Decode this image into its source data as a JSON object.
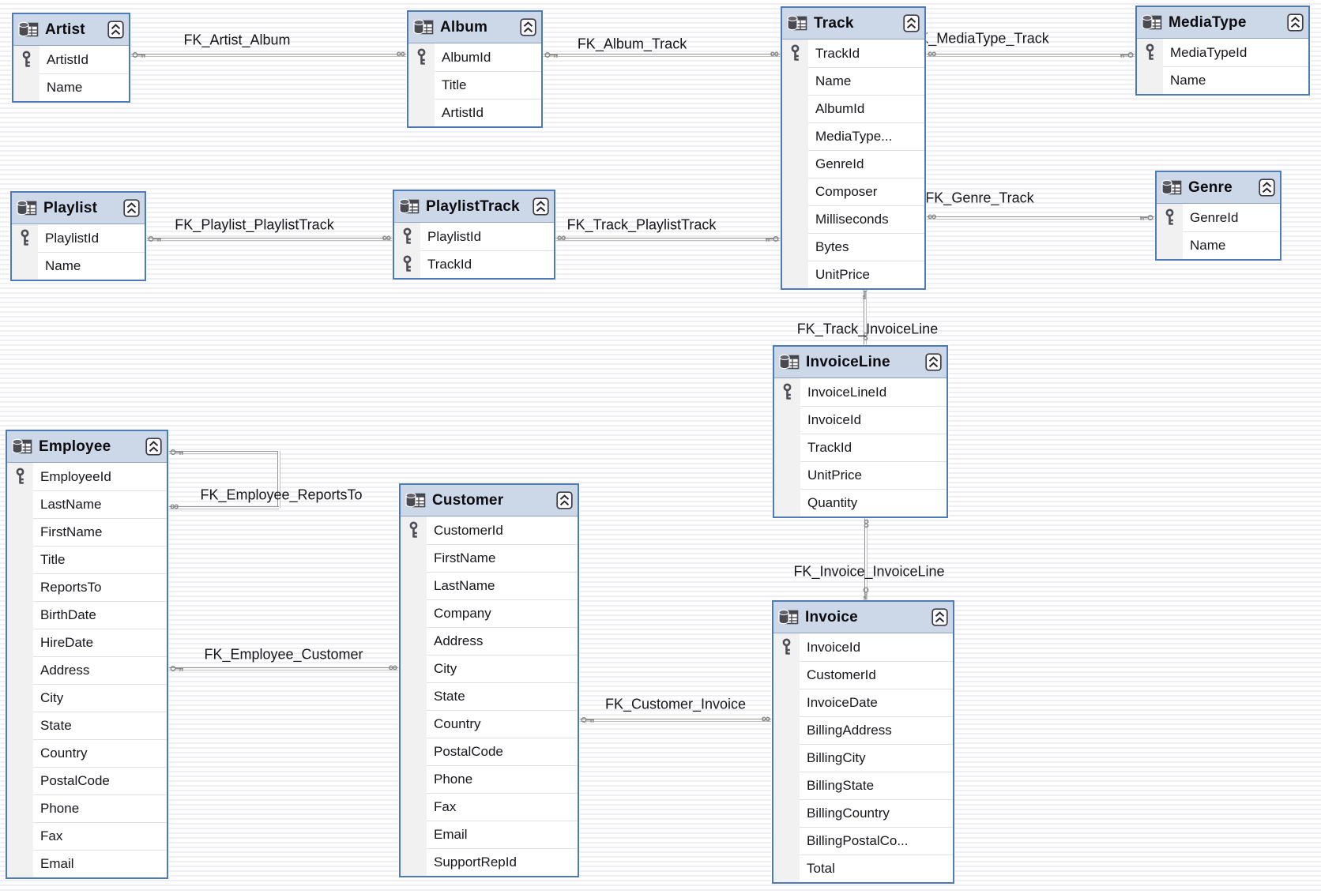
{
  "diagram": {
    "entities": [
      {
        "name": "Artist",
        "columns": [
          {
            "name": "ArtistId",
            "pk": true
          },
          {
            "name": "Name",
            "pk": false
          }
        ]
      },
      {
        "name": "Album",
        "columns": [
          {
            "name": "AlbumId",
            "pk": true
          },
          {
            "name": "Title",
            "pk": false
          },
          {
            "name": "ArtistId",
            "pk": false
          }
        ]
      },
      {
        "name": "Track",
        "columns": [
          {
            "name": "TrackId",
            "pk": true
          },
          {
            "name": "Name",
            "pk": false
          },
          {
            "name": "AlbumId",
            "pk": false
          },
          {
            "name": "MediaType...",
            "pk": false
          },
          {
            "name": "GenreId",
            "pk": false
          },
          {
            "name": "Composer",
            "pk": false
          },
          {
            "name": "Milliseconds",
            "pk": false
          },
          {
            "name": "Bytes",
            "pk": false
          },
          {
            "name": "UnitPrice",
            "pk": false
          }
        ]
      },
      {
        "name": "MediaType",
        "columns": [
          {
            "name": "MediaTypeId",
            "pk": true
          },
          {
            "name": "Name",
            "pk": false
          }
        ]
      },
      {
        "name": "Genre",
        "columns": [
          {
            "name": "GenreId",
            "pk": true
          },
          {
            "name": "Name",
            "pk": false
          }
        ]
      },
      {
        "name": "Playlist",
        "columns": [
          {
            "name": "PlaylistId",
            "pk": true
          },
          {
            "name": "Name",
            "pk": false
          }
        ]
      },
      {
        "name": "PlaylistTrack",
        "columns": [
          {
            "name": "PlaylistId",
            "pk": true
          },
          {
            "name": "TrackId",
            "pk": true
          }
        ]
      },
      {
        "name": "Employee",
        "columns": [
          {
            "name": "EmployeeId",
            "pk": true
          },
          {
            "name": "LastName",
            "pk": false
          },
          {
            "name": "FirstName",
            "pk": false
          },
          {
            "name": "Title",
            "pk": false
          },
          {
            "name": "ReportsTo",
            "pk": false
          },
          {
            "name": "BirthDate",
            "pk": false
          },
          {
            "name": "HireDate",
            "pk": false
          },
          {
            "name": "Address",
            "pk": false
          },
          {
            "name": "City",
            "pk": false
          },
          {
            "name": "State",
            "pk": false
          },
          {
            "name": "Country",
            "pk": false
          },
          {
            "name": "PostalCode",
            "pk": false
          },
          {
            "name": "Phone",
            "pk": false
          },
          {
            "name": "Fax",
            "pk": false
          },
          {
            "name": "Email",
            "pk": false
          }
        ]
      },
      {
        "name": "Customer",
        "columns": [
          {
            "name": "CustomerId",
            "pk": true
          },
          {
            "name": "FirstName",
            "pk": false
          },
          {
            "name": "LastName",
            "pk": false
          },
          {
            "name": "Company",
            "pk": false
          },
          {
            "name": "Address",
            "pk": false
          },
          {
            "name": "City",
            "pk": false
          },
          {
            "name": "State",
            "pk": false
          },
          {
            "name": "Country",
            "pk": false
          },
          {
            "name": "PostalCode",
            "pk": false
          },
          {
            "name": "Phone",
            "pk": false
          },
          {
            "name": "Fax",
            "pk": false
          },
          {
            "name": "Email",
            "pk": false
          },
          {
            "name": "SupportRepId",
            "pk": false
          }
        ]
      },
      {
        "name": "InvoiceLine",
        "columns": [
          {
            "name": "InvoiceLineId",
            "pk": true
          },
          {
            "name": "InvoiceId",
            "pk": false
          },
          {
            "name": "TrackId",
            "pk": false
          },
          {
            "name": "UnitPrice",
            "pk": false
          },
          {
            "name": "Quantity",
            "pk": false
          }
        ]
      },
      {
        "name": "Invoice",
        "columns": [
          {
            "name": "InvoiceId",
            "pk": true
          },
          {
            "name": "CustomerId",
            "pk": false
          },
          {
            "name": "InvoiceDate",
            "pk": false
          },
          {
            "name": "BillingAddress",
            "pk": false
          },
          {
            "name": "BillingCity",
            "pk": false
          },
          {
            "name": "BillingState",
            "pk": false
          },
          {
            "name": "BillingCountry",
            "pk": false
          },
          {
            "name": "BillingPostalCo...",
            "pk": false
          },
          {
            "name": "Total",
            "pk": false
          }
        ]
      }
    ],
    "relationships": [
      {
        "label": "FK_Artist_Album",
        "pk_side": "Artist",
        "fk_side": "Album"
      },
      {
        "label": "FK_Album_Track",
        "pk_side": "Album",
        "fk_side": "Track"
      },
      {
        "label": "FK_MediaType_Track",
        "pk_side": "MediaType",
        "fk_side": "Track"
      },
      {
        "label": "FK_Genre_Track",
        "pk_side": "Genre",
        "fk_side": "Track"
      },
      {
        "label": "FK_Playlist_PlaylistTrack",
        "pk_side": "Playlist",
        "fk_side": "PlaylistTrack"
      },
      {
        "label": "FK_Track_PlaylistTrack",
        "pk_side": "Track",
        "fk_side": "PlaylistTrack"
      },
      {
        "label": "FK_Track_InvoiceLine",
        "pk_side": "Track",
        "fk_side": "InvoiceLine"
      },
      {
        "label": "FK_Invoice_InvoiceLine",
        "pk_side": "Invoice",
        "fk_side": "InvoiceLine"
      },
      {
        "label": "FK_Employee_ReportsTo",
        "pk_side": "Employee",
        "fk_side": "Employee"
      },
      {
        "label": "FK_Employee_Customer",
        "pk_side": "Employee",
        "fk_side": "Customer"
      },
      {
        "label": "FK_Customer_Invoice",
        "pk_side": "Customer",
        "fk_side": "Invoice"
      }
    ],
    "colors": {
      "table_border": "#4d7ab8",
      "header_bg": "#ccd7e8",
      "pk_gutter_bg": "#f1f1f2",
      "connector": "#969696",
      "canvas_stripe": "#efeff3",
      "text": "#16161d"
    }
  }
}
